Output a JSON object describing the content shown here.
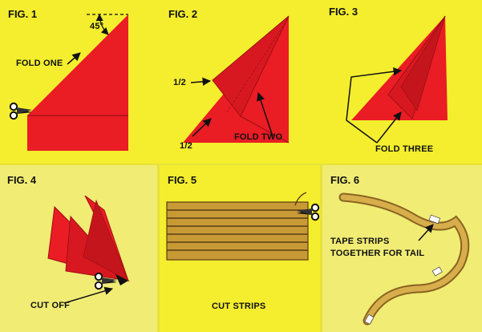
{
  "colors": {
    "panel_yellow": "#f4ee2e",
    "panel_yellow_light": "#f1ec74",
    "paper_red": "#ea1c24",
    "fold_dark": "#9e1016",
    "strip_tan": "#c79a36",
    "strip_line": "#5a3c10",
    "ink": "#111111"
  },
  "figures": [
    {
      "label": "FIG. 1",
      "callouts": [
        "FOLD ONE",
        "45°"
      ],
      "icons": [
        "scissors-icon"
      ]
    },
    {
      "label": "FIG. 2",
      "callouts": [
        "1/2",
        "1/2",
        "FOLD TWO"
      ]
    },
    {
      "label": "FIG. 3",
      "callouts": [
        "FOLD THREE"
      ]
    },
    {
      "label": "FIG. 4",
      "callouts": [
        "CUT OFF"
      ],
      "icons": [
        "scissors-icon"
      ]
    },
    {
      "label": "FIG. 5",
      "callouts": [
        "CUT STRIPS"
      ],
      "icons": [
        "scissors-icon"
      ]
    },
    {
      "label": "FIG. 6",
      "callouts": [
        "TAPE STRIPS",
        "TOGETHER FOR TAIL"
      ]
    }
  ]
}
